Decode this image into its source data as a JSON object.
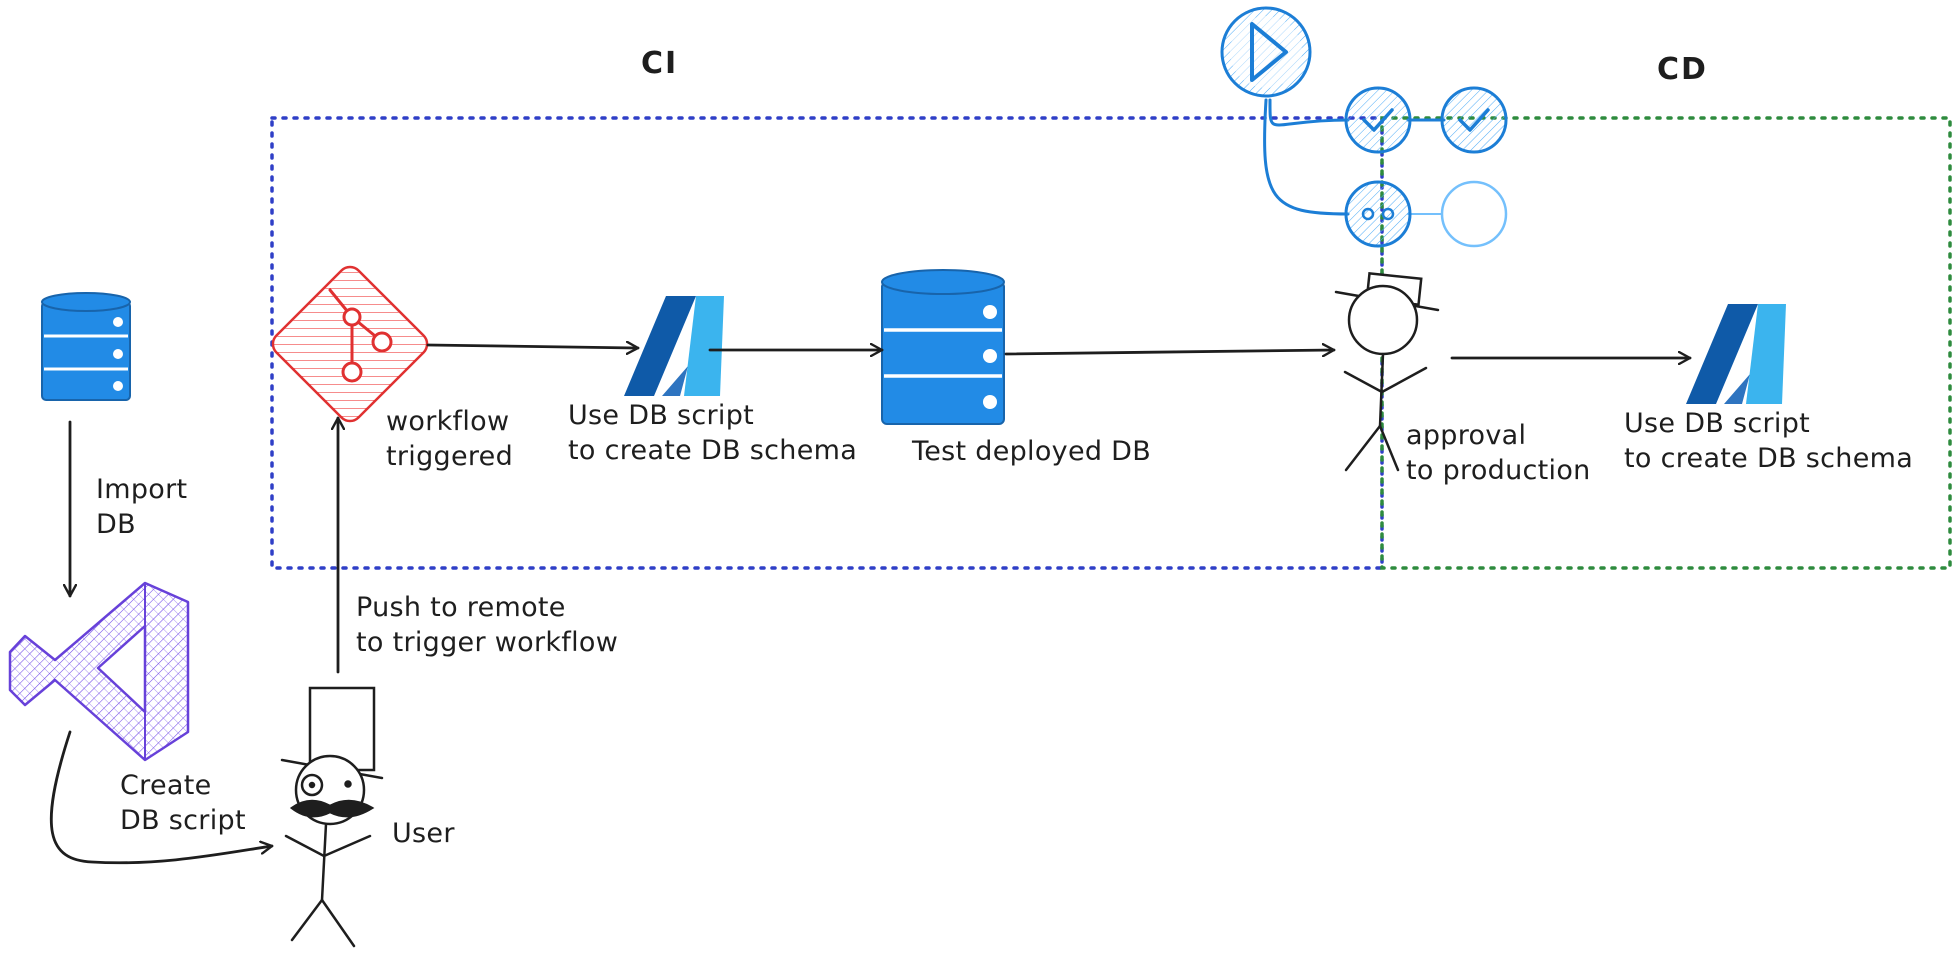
{
  "sections": {
    "ci": {
      "label": "CI",
      "border_color": "#2f3fc7"
    },
    "cd": {
      "label": "CD",
      "border_color": "#2e8b3e"
    }
  },
  "nodes": [
    {
      "id": "source-db",
      "icon": "database-icon",
      "color": "#228be6"
    },
    {
      "id": "vscode",
      "icon": "vscode-icon",
      "color": "#7048e8"
    },
    {
      "id": "user",
      "icon": "stick-figure-top-hat-monocle-icon"
    },
    {
      "id": "git",
      "icon": "git-icon",
      "color": "#f03e3e"
    },
    {
      "id": "azure-ci",
      "icon": "azure-icon",
      "color": "#1c6fc4"
    },
    {
      "id": "test-db",
      "icon": "database-icon",
      "color": "#228be6"
    },
    {
      "id": "approver",
      "icon": "stick-figure-top-hat-icon"
    },
    {
      "id": "azure-cd",
      "icon": "azure-icon",
      "color": "#1c6fc4"
    },
    {
      "id": "workflow",
      "icon": "workflow-steps-icon",
      "color": "#1c7ed6"
    }
  ],
  "labels": {
    "import_db": [
      "Import",
      "DB"
    ],
    "create_db_script": [
      "Create",
      "DB script"
    ],
    "user": "User",
    "push_to_remote": [
      "Push to remote",
      "to trigger workflow"
    ],
    "workflow_triggered": [
      "workflow",
      "triggered"
    ],
    "use_db_script_ci": [
      "Use DB script",
      "to create DB schema"
    ],
    "test_deployed_db": "Test deployed DB",
    "approval": [
      "approval",
      "to production"
    ],
    "use_db_script_cd": [
      "Use DB script",
      "to create DB schema"
    ]
  },
  "edges": [
    {
      "from": "source-db",
      "to": "vscode",
      "label": "import_db"
    },
    {
      "from": "vscode",
      "to": "user"
    },
    {
      "from": "user",
      "to": "git",
      "label": "push_to_remote"
    },
    {
      "from": "git",
      "to": "azure-ci"
    },
    {
      "from": "azure-ci",
      "to": "test-db"
    },
    {
      "from": "test-db",
      "to": "approver"
    },
    {
      "from": "approver",
      "to": "azure-cd"
    }
  ]
}
